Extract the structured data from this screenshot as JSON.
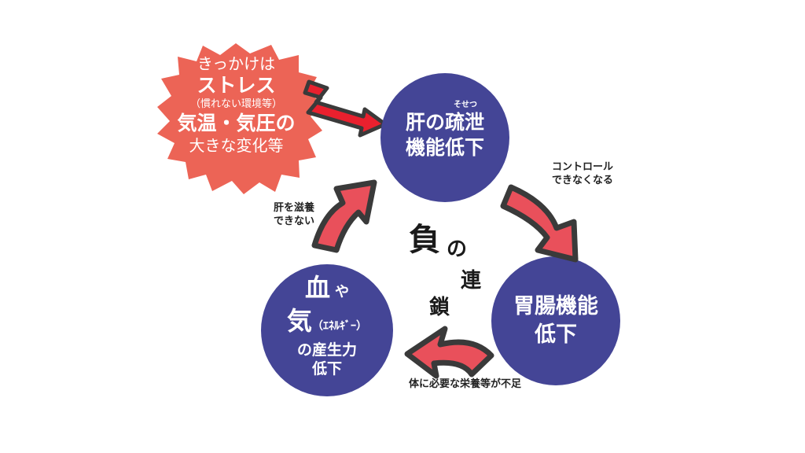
{
  "colors": {
    "circle": "#444596",
    "burst": "#ec6456",
    "arrow": "#e9505b",
    "arrow_stroke": "#3a3a3a"
  },
  "trigger": {
    "line1": "きっかけは",
    "line2": "ストレス",
    "line3": "（慣れない環境等）",
    "line4": "気温・気圧の",
    "line5": "大きな変化等"
  },
  "nodes": {
    "liver": {
      "ruby": "そせつ",
      "line1": "肝の疏泄",
      "line2": "機能低下"
    },
    "stomach": {
      "line1": "胃腸機能",
      "line2": "低下"
    },
    "blood": {
      "line1a": "血",
      "line1b": "や",
      "line2a": "気",
      "line2b": "（ｴﾈﾙｷﾞｰ）",
      "line3": "の産生力",
      "line4": "低下"
    }
  },
  "arrows": {
    "liver_to_stomach": {
      "line1": "コントロール",
      "line2": "できなくなる"
    },
    "stomach_to_blood": {
      "line1": "体に必要な栄養等が不足"
    },
    "blood_to_liver": {
      "line1": "肝を滋養",
      "line2": "できない"
    }
  },
  "center": {
    "c1": "負",
    "c2": "の",
    "c3": "連",
    "c4": "鎖"
  }
}
